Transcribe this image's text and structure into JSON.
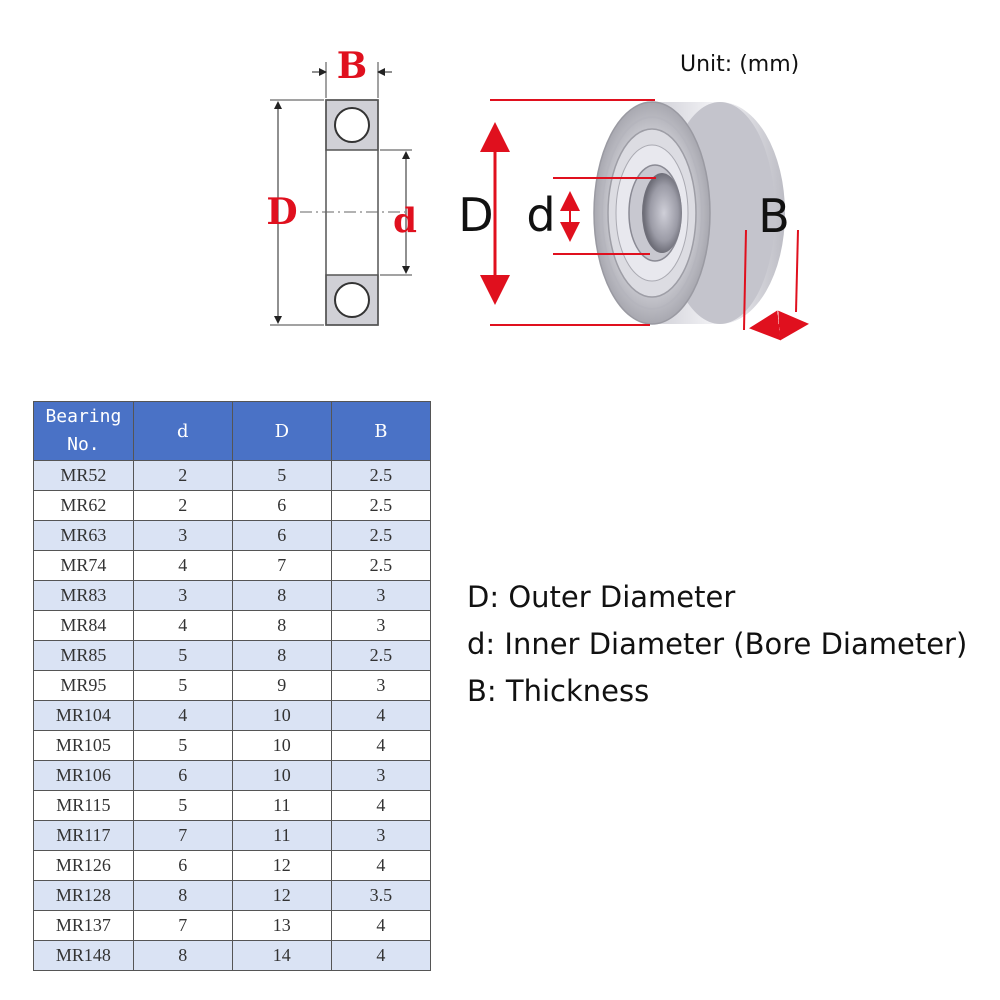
{
  "unit_label": "Unit: (mm)",
  "diagram": {
    "cross_section_labels": {
      "B": "B",
      "D": "D",
      "d": "d"
    },
    "photo_labels": {
      "D": "D",
      "d": "d",
      "B": "B"
    },
    "dimension_color": "#e0101e"
  },
  "table": {
    "header_bg": "#4a72c6",
    "stripe_bg": "#dae3f4",
    "headers": [
      "Bearing No.",
      "d",
      "D",
      "B"
    ],
    "rows": [
      [
        "MR52",
        "2",
        "5",
        "2.5"
      ],
      [
        "MR62",
        "2",
        "6",
        "2.5"
      ],
      [
        "MR63",
        "3",
        "6",
        "2.5"
      ],
      [
        "MR74",
        "4",
        "7",
        "2.5"
      ],
      [
        "MR83",
        "3",
        "8",
        "3"
      ],
      [
        "MR84",
        "4",
        "8",
        "3"
      ],
      [
        "MR85",
        "5",
        "8",
        "2.5"
      ],
      [
        "MR95",
        "5",
        "9",
        "3"
      ],
      [
        "MR104",
        "4",
        "10",
        "4"
      ],
      [
        "MR105",
        "5",
        "10",
        "4"
      ],
      [
        "MR106",
        "6",
        "10",
        "3"
      ],
      [
        "MR115",
        "5",
        "11",
        "4"
      ],
      [
        "MR117",
        "7",
        "11",
        "3"
      ],
      [
        "MR126",
        "6",
        "12",
        "4"
      ],
      [
        "MR128",
        "8",
        "12",
        "3.5"
      ],
      [
        "MR137",
        "7",
        "13",
        "4"
      ],
      [
        "MR148",
        "8",
        "14",
        "4"
      ]
    ]
  },
  "legend": [
    "D: Outer Diameter",
    "d: Inner Diameter (Bore Diameter)",
    "B: Thickness"
  ]
}
